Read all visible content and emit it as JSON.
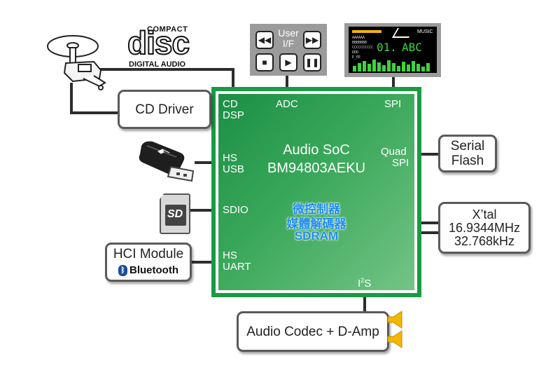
{
  "cd_logo": {
    "top": "COMPACT",
    "main": "disc",
    "bottom": "DIGITAL AUDIO"
  },
  "user_if": {
    "label_line1": "User",
    "label_line2": "I/F"
  },
  "display": {
    "brand": "MUSIC",
    "text_lines": [
      "AAAAAA",
      "BBBBBBB",
      "CCCCCCCCCC",
      "DDD",
      "E_EE"
    ],
    "track": "01.",
    "title": "ABC"
  },
  "blocks": {
    "cd_driver": "CD Driver",
    "serial_flash_line1": "Serial",
    "serial_flash_line2": "Flash",
    "xtal_line1": "X’tal",
    "xtal_line2": "16.9344MHz",
    "xtal_line3": "32.768kHz",
    "hci_module": "HCI Module",
    "bluetooth": "Bluetooth",
    "codec": "Audio Codec + D-Amp"
  },
  "soc": {
    "name": "Audio SoC",
    "part": "BM94803AEKU",
    "cn_line1": "微控制器",
    "cn_line2": "媒體解碼器",
    "cn_line3": "SDRAM",
    "pins": {
      "cd": "CD",
      "dsp": "DSP",
      "adc": "ADC",
      "spi": "SPI",
      "hs1": "HS",
      "usb": "USB",
      "quad": "Quad",
      "qspi": "SPI",
      "sdio": "SDIO",
      "hs2": "HS",
      "uart": "UART",
      "i2s": "I",
      "i2s_sup": "2",
      "i2s_s": "S"
    }
  },
  "sd_card": {
    "label": "SD"
  }
}
